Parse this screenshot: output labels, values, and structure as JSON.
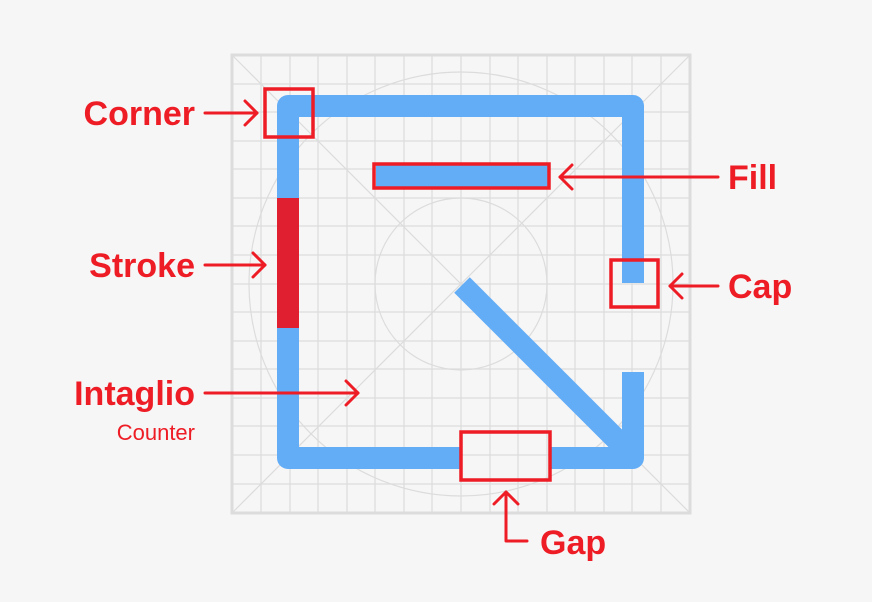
{
  "labels": {
    "corner": "Corner",
    "stroke": "Stroke",
    "intaglio": "Intaglio",
    "counter": "Counter",
    "fill": "Fill",
    "cap": "Cap",
    "gap": "Gap"
  },
  "colors": {
    "background": "#f6f6f6",
    "grid_line": "#d9d9d9",
    "grid_border": "#dcdcdc",
    "icon_stroke": "#63adf7",
    "highlight": "#e02030",
    "annotation": "#ee1c25"
  }
}
